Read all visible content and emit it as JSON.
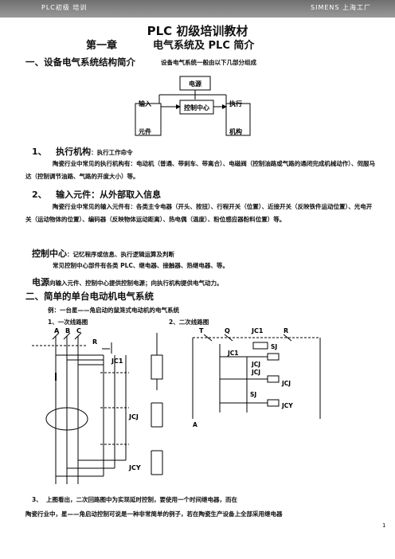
{
  "header": {
    "left": "PLC初级 培训",
    "right": "SIMENS 上海工厂"
  },
  "title": "PLC 初级培训教材",
  "chapter": {
    "number": "第一章",
    "name": "电气系统及 PLC 简介"
  },
  "section1": {
    "heading": "一、设备电气系统结构简介",
    "note": "设备电气系统一般由以下几部分组成"
  },
  "block_diagram": {
    "power": "电源",
    "input_top": "输入",
    "input_bottom": "元件",
    "control": "控制中心",
    "exec_top": "执行",
    "exec_bottom": "机构"
  },
  "item1": {
    "num": "1、",
    "title": "执行机构",
    "desc": "：执行工作命令"
  },
  "item1_text": "陶瓷行业中常见的执行机构有：电动机（普通、带刹车、带离合）、电磁阀（控制油路或气路的通闭完成机械动作）、伺服马达（控制调节油路、气路的开度大小）等。",
  "item2": {
    "num": "2、",
    "title": "输入元件",
    "desc": "：从外部取入信息"
  },
  "item2_text": "陶瓷行业中常见的输入元件有：各类主令电器（开头、按扭）、行程开关（位置）、近接开关（反映铁件运动位置）、光电开关（运动物体的位置）、编码器（反映物体运动距离）、热电偶（温度）、粉位感应器粉料位置）等。",
  "item3": {
    "title": "控制中心",
    "desc": "：记忆程序或信息、执行逻辑运算及判断"
  },
  "item3_text": "常见控制中心部件有各类 PLC、继电器、接触器、热继电器、等。",
  "power_line": {
    "lead": "电源",
    "rest": "向输入元件、控制中心提供控制电源；向执行机构提供电气动力。"
  },
  "section2": {
    "heading": "二、简单的单台电动机电气系统"
  },
  "example": "例：一台星——角启动的鼠笼式电动机的电气系统",
  "fig1": {
    "label": "1、一次线路图",
    "phase_a": "A",
    "phase_b": "B",
    "phase_c": "C",
    "r": "R",
    "jc1": "JC1",
    "jcj": "JCJ",
    "jcy": "JCY"
  },
  "fig2": {
    "label": "2、二次线路图",
    "t": "T",
    "q": "Q",
    "jc1": "JC1",
    "r": "R",
    "jc1_contact": "JC1",
    "sj": "SJ",
    "jcj_nc": "JCJ",
    "jcj_no": "JCJ",
    "jcj_coil": "JCJ",
    "sj_coil": "SJ",
    "jcy_coil": "JCY",
    "a": "A"
  },
  "item3b": {
    "num": "3、",
    "text": "上图看出，二次回路图中为实现延时控制，要使用一个时间继电器，而在"
  },
  "last_line": "陶瓷行业中，星——角启动控制可说是一种非常简单的例子，若在陶瓷生产设备上全部采用继电器",
  "page_number": "1"
}
